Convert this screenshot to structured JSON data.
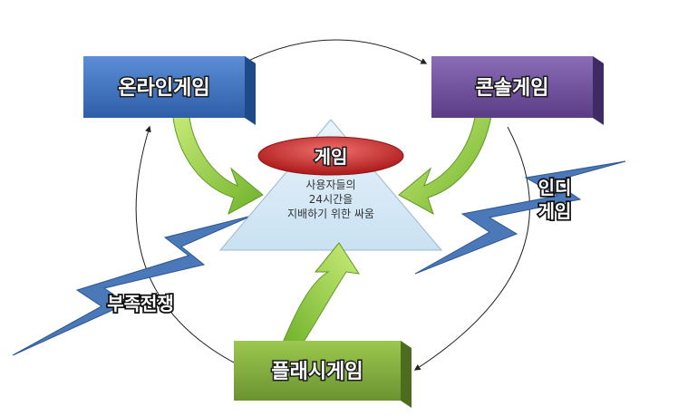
{
  "diagram": {
    "boxes": {
      "online": {
        "label": "온라인게임",
        "color": "#3a6fc0"
      },
      "console": {
        "label": "콘솔게임",
        "color": "#6a4b93"
      },
      "flash": {
        "label": "플래시게임",
        "color": "#7aa23a"
      }
    },
    "center": {
      "title": "게임",
      "description_lines": [
        "사용자들의",
        "24시간을",
        "지배하기 위한 싸움"
      ],
      "oval_color": "#c22a2a",
      "triangle_color": "#d6e9f5"
    },
    "side_labels": {
      "shortage": "부족전쟁",
      "indie_line1": "인디",
      "indie_line2": "게임"
    },
    "colors": {
      "green_arrow": "#8bc83a",
      "lightning": "#4a78b8"
    }
  }
}
